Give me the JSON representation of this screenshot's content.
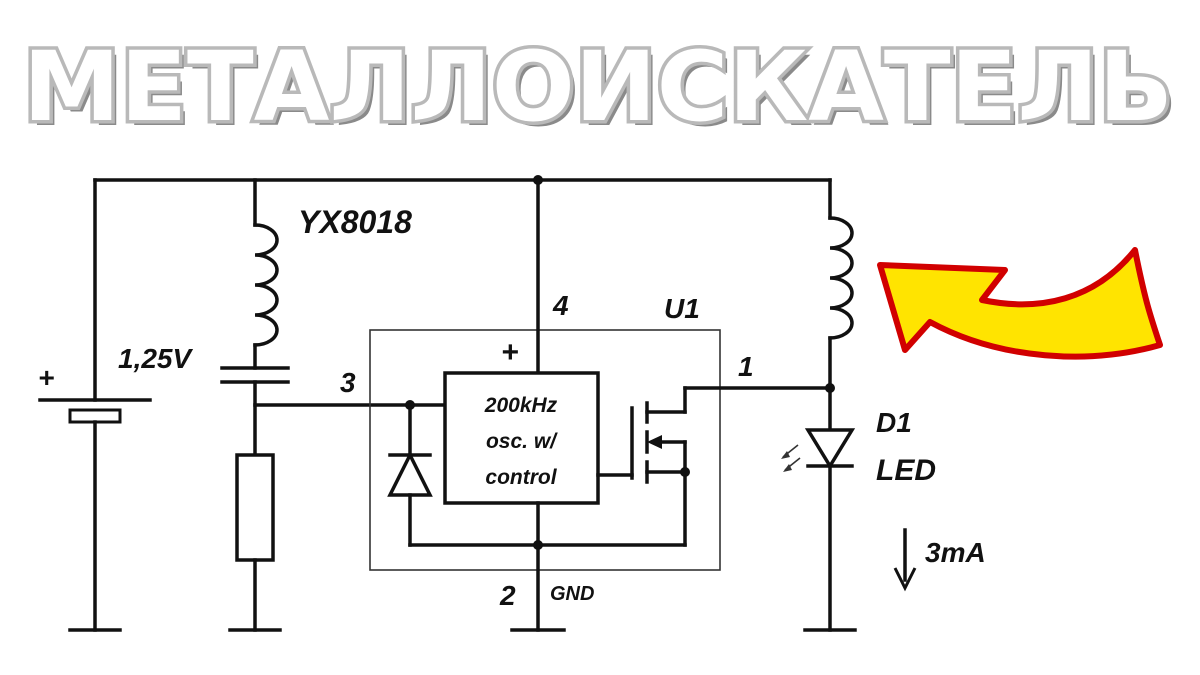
{
  "title": "МЕТАЛЛОИСКАТЕЛЬ",
  "labels": {
    "chip_name": "YX8018",
    "voltage": "1,25V",
    "pin3": "3",
    "pin4": "4",
    "pin1": "1",
    "pin2": "2",
    "gnd": "GND",
    "u1": "U1",
    "plus_battery": "+",
    "plus_chip": "+",
    "osc_line1": "200kHz",
    "osc_line2": "osc. w/",
    "osc_line3": "control",
    "d1": "D1",
    "led": "LED",
    "current": "3mA"
  },
  "colors": {
    "arrow_fill": "#ffe400",
    "arrow_outline": "#d10000",
    "ink": "#111111",
    "title_outline": "#b9b9b9"
  },
  "icons": {
    "pointer": "pointer-arrow-icon",
    "current_arrow": "arrow-down-icon"
  }
}
